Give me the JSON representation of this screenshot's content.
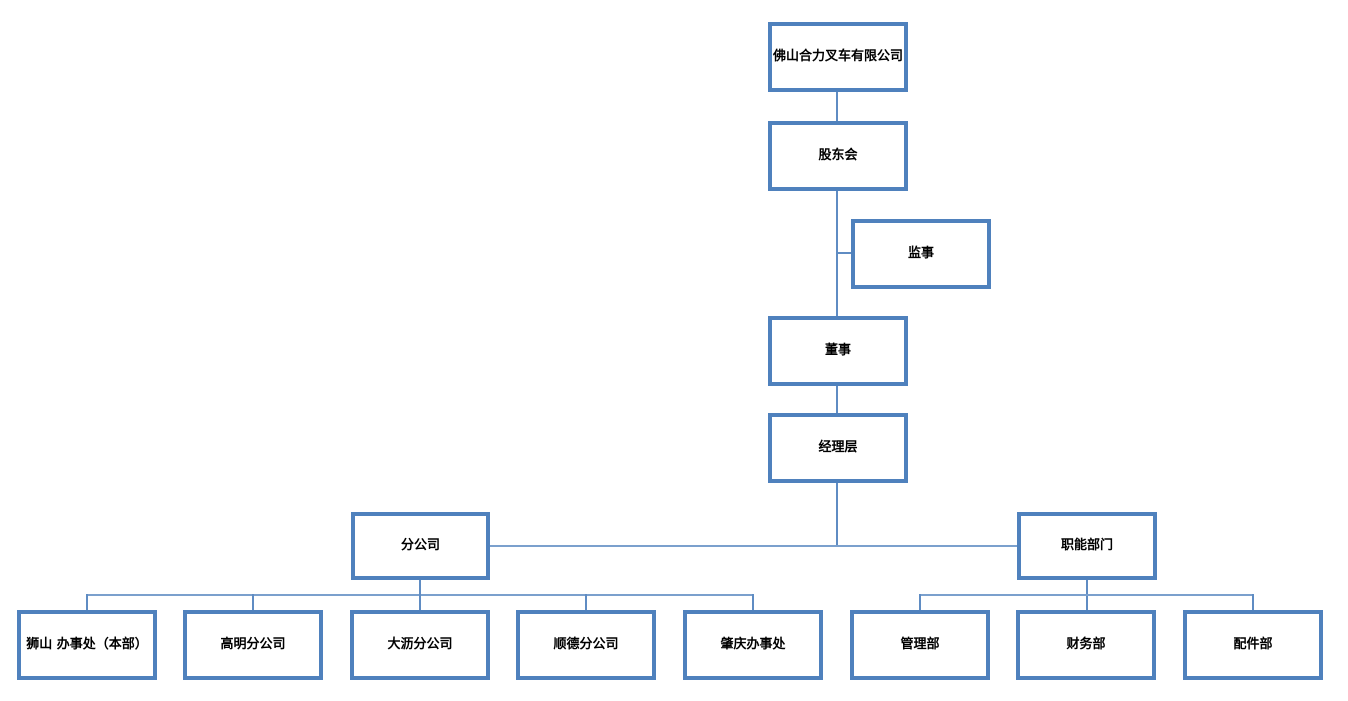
{
  "page": {
    "background_color": "#ffffff"
  },
  "org_chart": {
    "type": "organization-chart",
    "accent_color": "#4f81bd",
    "connector_color": "#5f8cc3",
    "text_color": "#000000",
    "nodes": {
      "company": {
        "label": "佛山合力叉车有限公司"
      },
      "shareholders": {
        "label": "股东会"
      },
      "supervisor": {
        "label": "监事"
      },
      "director": {
        "label": "董事"
      },
      "management": {
        "label": "经理层"
      },
      "branches": {
        "label": "分公司"
      },
      "functions": {
        "label": "职能部门"
      }
    },
    "branch_children": [
      {
        "label": "狮山 办事处（本部）"
      },
      {
        "label": "高明分公司"
      },
      {
        "label": "大沥分公司"
      },
      {
        "label": "顺德分公司"
      },
      {
        "label": "肇庆办事处"
      }
    ],
    "function_children": [
      {
        "label": "管理部"
      },
      {
        "label": "财务部"
      },
      {
        "label": "配件部"
      }
    ]
  }
}
